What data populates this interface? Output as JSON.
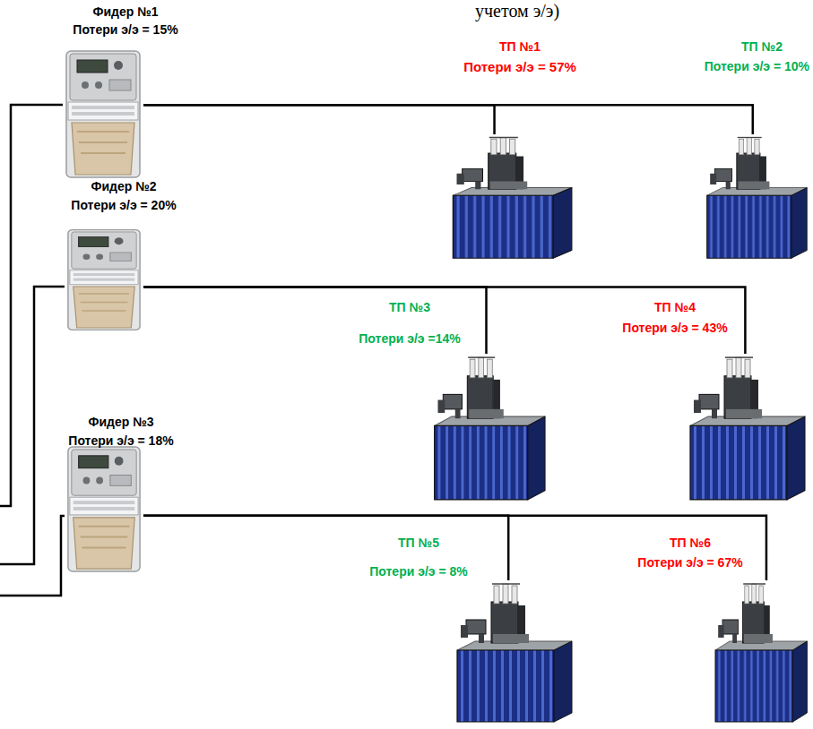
{
  "diagram": {
    "nodes": [
      {
        "text": [
          "Фидер №1",
          "Потери э/э = 15%"
        ]
      },
      {
        "text": [
          "ТП №1",
          "Потери э/э = 57%"
        ]
      },
      {
        "text": [
          "ТП №2",
          "Потери э/э = 10%"
        ]
      },
      {
        "text": [
          "Фидер №2",
          "Потери э/э = 20%"
        ]
      },
      {
        "text": [
          "ТП №3",
          "Потери э/э =14%"
        ]
      },
      {
        "text": [
          "ТП №4",
          "Потери э/э = 43%"
        ]
      },
      {
        "text": [
          "Фидер №3",
          "Потери э/э = 18%"
        ]
      },
      {
        "text": [
          "ТП №5",
          "Потери э/э = 8%"
        ]
      },
      {
        "text": [
          "ТП №6",
          "Потери э/э = 67%"
        ]
      }
    ],
    "edges": [
      {
        "from": 0,
        "to": 1,
        "arrow": "none"
      },
      {
        "from": 0,
        "to": 2,
        "arrow": "none"
      },
      {
        "from": 3,
        "to": 4,
        "arrow": "none"
      },
      {
        "from": 3,
        "to": 5,
        "arrow": "none"
      },
      {
        "from": 6,
        "to": 7,
        "arrow": "none"
      },
      {
        "from": 6,
        "to": 8,
        "arrow": "none"
      }
    ],
    "labels": [
      "учетом э/э)"
    ]
  }
}
